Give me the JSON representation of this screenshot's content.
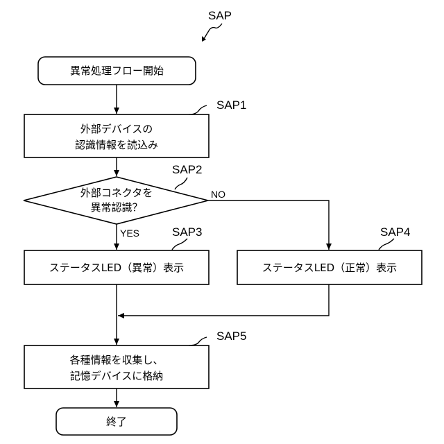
{
  "diagram": {
    "figure_ref": "SAP",
    "nodes": {
      "start": {
        "label": "異常処理フロー開始"
      },
      "sap1": {
        "ref": "SAP1",
        "lines": [
          "外部デバイスの",
          "認識情報を読込み"
        ]
      },
      "sap2": {
        "ref": "SAP2",
        "lines": [
          "外部コネクタを",
          "異常認識？"
        ]
      },
      "sap3": {
        "ref": "SAP3",
        "label": "ステータスLED（異常）表示"
      },
      "sap4": {
        "ref": "SAP4",
        "label": "ステータスLED（正常）表示"
      },
      "sap5": {
        "ref": "SAP5",
        "lines": [
          "各種情報を収集し、",
          "記憶デバイスに格納"
        ]
      },
      "end": {
        "label": "終了"
      }
    },
    "branches": {
      "yes": "YES",
      "no": "NO"
    }
  }
}
